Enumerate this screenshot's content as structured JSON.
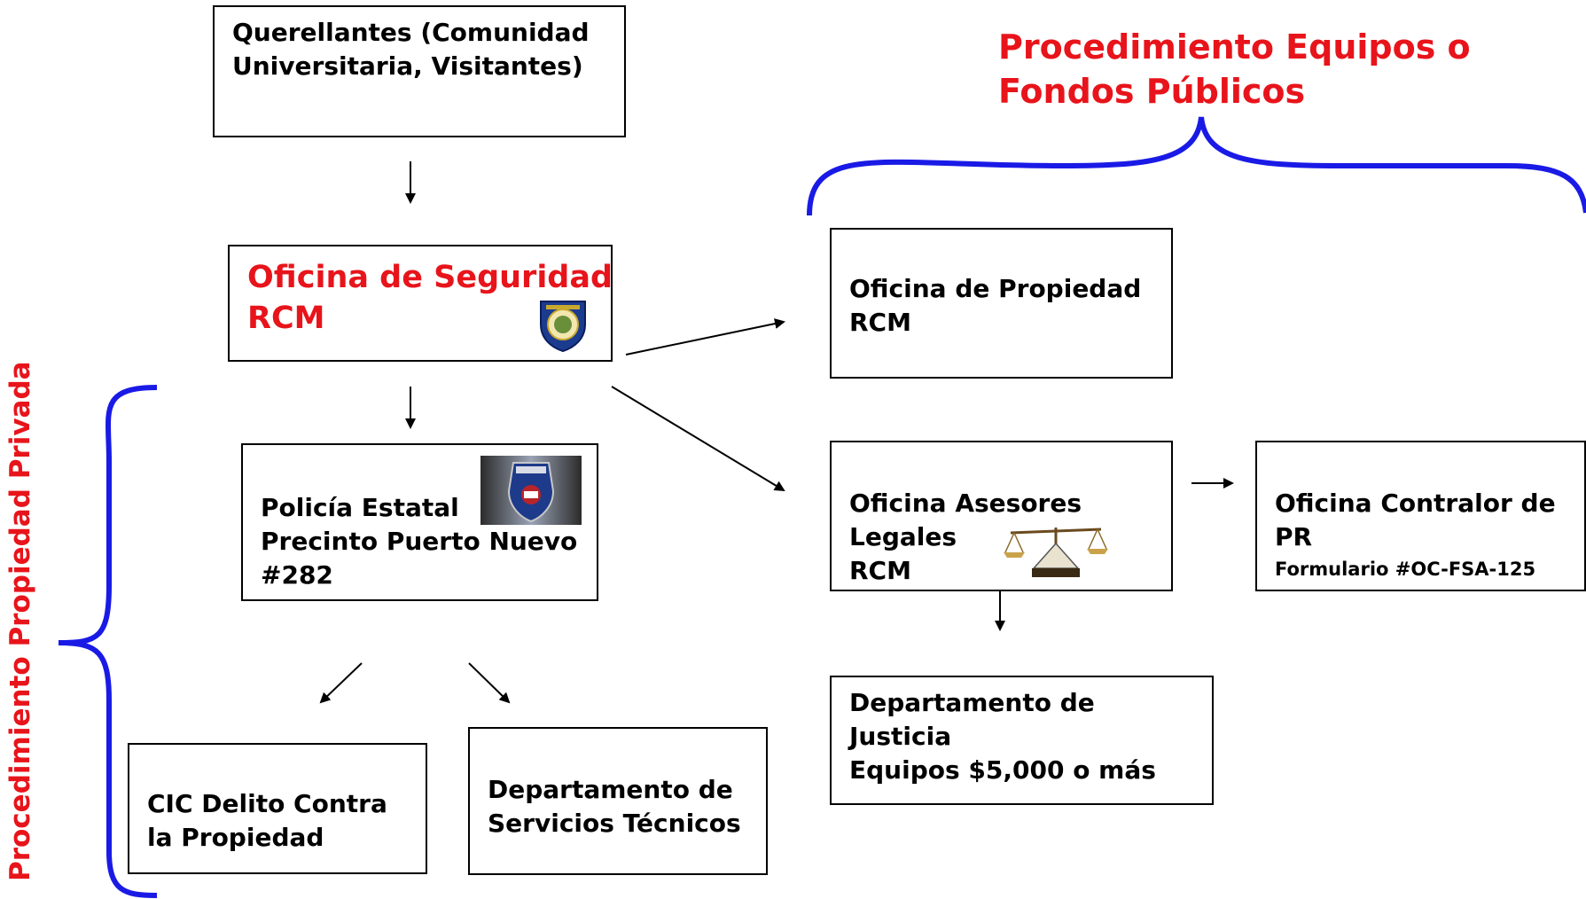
{
  "diagram": {
    "headings": {
      "public_funds": [
        "Procedimiento Equipos o",
        "Fondos Públicos"
      ],
      "private_property": "Procedimiento Propiedad Privada"
    },
    "nodes": {
      "querellantes": [
        "Querellantes (Comunidad",
        "Universitaria, Visitantes)"
      ],
      "oficina_seguridad": [
        "Oficina de Seguridad",
        "RCM"
      ],
      "policia_estatal": [
        "Policía Estatal",
        "Precinto Puerto Nuevo",
        "#282"
      ],
      "cic": [
        "CIC Delito Contra",
        "la Propiedad"
      ],
      "servicios_tecnicos": [
        "Departamento de",
        "Servicios Técnicos"
      ],
      "oficina_propiedad": [
        "Oficina de Propiedad",
        "RCM"
      ],
      "asesores_legales": [
        "Oficina Asesores",
        "Legales",
        "RCM"
      ],
      "contralor": [
        "Oficina Contralor de",
        "PR"
      ],
      "contralor_form": "Formulario #OC-FSA-125",
      "justicia": [
        "Departamento de",
        "Justicia",
        "Equipos $5,000 o más"
      ]
    },
    "logos": {
      "security_badge": "security-badge-icon",
      "police_patch": "police-patch-icon",
      "scales": "scales-of-justice-icon"
    },
    "colors": {
      "heading_red": "#e8141b",
      "brace_blue": "#1a1ae6",
      "border": "#000000"
    }
  }
}
